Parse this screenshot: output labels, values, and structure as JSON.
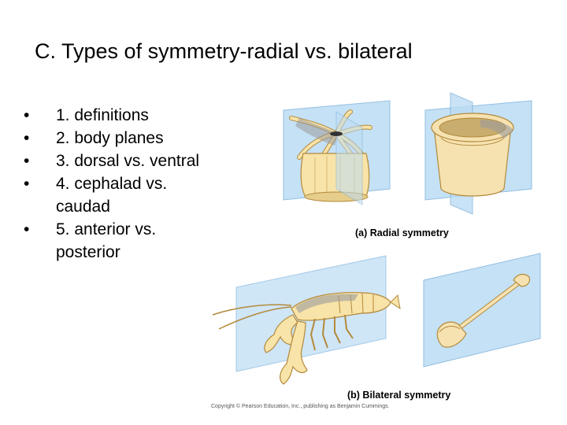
{
  "slide": {
    "title": "C.  Types of symmetry-radial vs. bilateral"
  },
  "bullets": [
    {
      "marker": "•",
      "text": "1.  definitions"
    },
    {
      "marker": "•",
      "text": "2.  body planes"
    },
    {
      "marker": "•",
      "text": "3.  dorsal vs. ventral"
    },
    {
      "marker": "•",
      "text": "4.  cephalad vs. caudad"
    },
    {
      "marker": "•",
      "text": "5.  anterior vs. posterior"
    }
  ],
  "figure": {
    "radial_label": "(a) Radial symmetry",
    "bilateral_label": "(b) Bilateral symmetry",
    "copyright": "Copyright © Pearson Education, Inc., publishing as Benjamin Cummings."
  },
  "colors": {
    "plane_fill": "#bcdcf4",
    "plane_stroke": "#7fb3dc",
    "organism_fill": "#f8e3a8",
    "organism_stroke": "#b38a3c",
    "pot_fill": "#f6e2b0",
    "shadow_gray": "#9b9b9b"
  }
}
